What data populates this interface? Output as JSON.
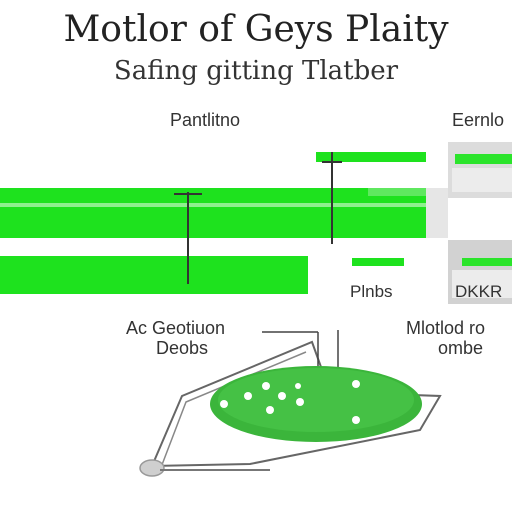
{
  "title": {
    "line1": "Motlor of Geys Plaity",
    "line2": "Safing gitting Tlatber"
  },
  "labels": {
    "top_left": "Pantlitno",
    "top_right": "Eernlo",
    "bottom_mid": "Plnbs",
    "bottom_right": "DKKR",
    "left_callout_1": "Ac Geotiuon",
    "left_callout_2": "Deobs",
    "right_callout_1": "Mlotlod ro",
    "right_callout_2": "ombe"
  },
  "colors": {
    "green": "#1ee21e",
    "dark_green": "#3aa53a",
    "grey_panel": "#d7d7d7",
    "line": "#555555"
  }
}
